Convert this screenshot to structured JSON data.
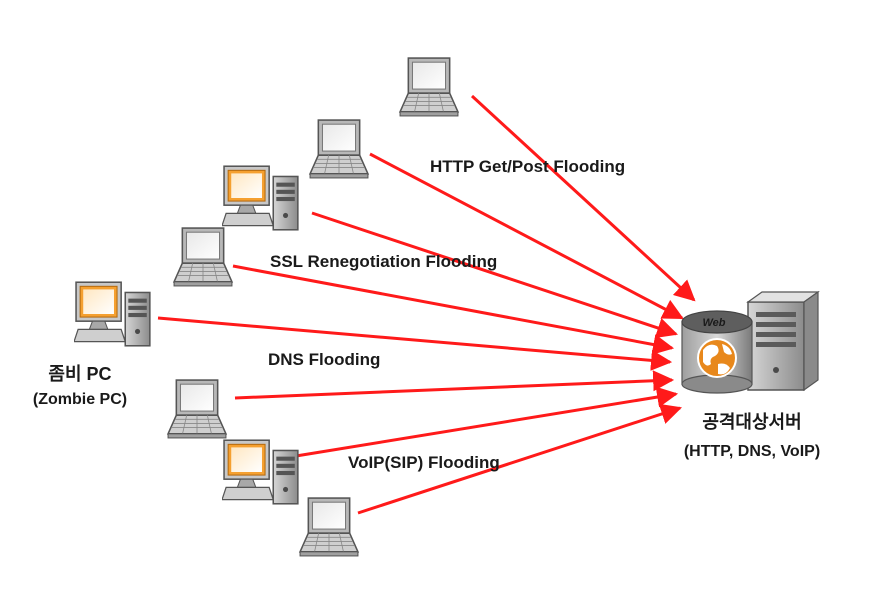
{
  "diagram": {
    "attacks": [
      {
        "id": "http",
        "label": "HTTP Get/Post Flooding"
      },
      {
        "id": "ssl",
        "label": "SSL Renegotiation Flooding"
      },
      {
        "id": "dns",
        "label": "DNS Flooding"
      },
      {
        "id": "voip",
        "label": "VoIP(SIP) Flooding"
      }
    ],
    "zombie": {
      "label": "좀비 PC",
      "sublabel": "(Zombie PC)"
    },
    "target": {
      "label": "공격대상서버",
      "sublabel": "(HTTP, DNS, VoIP)",
      "badge": "Web"
    },
    "colors": {
      "arrow": "#ff1a1a",
      "screen": "#f5a030",
      "device": "#9a9a9a",
      "globe": "#e8881c",
      "disk": "#6b6b6b"
    },
    "icons": [
      "laptop-icon",
      "desktop-pc-icon",
      "web-server-icon",
      "globe-icon"
    ]
  }
}
